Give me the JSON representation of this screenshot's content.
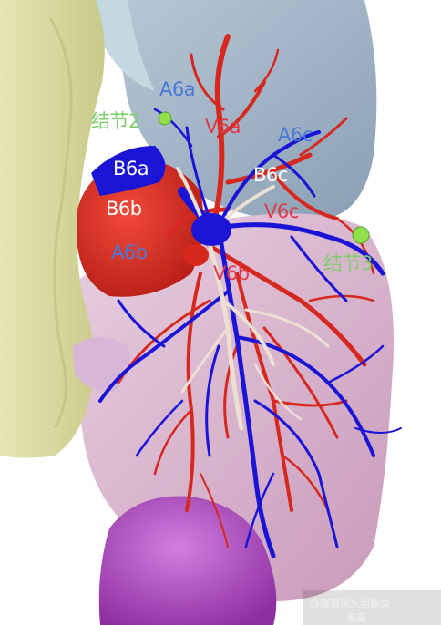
{
  "labels": {
    "a6a": "A6a",
    "nodule2": "结节2",
    "v6a": "V6a",
    "a6c": "A6c",
    "b6a": "B6a",
    "b6c": "B6c",
    "b6b": "B6b",
    "v6c": "V6c",
    "nodule3": "结节3",
    "a6b": "A6b",
    "v6b": "V6b"
  },
  "watermark": {
    "line1": "@唐僧洗头用飘柔",
    "line2": "美篇"
  },
  "colors": {
    "artery": "#1a14d6",
    "vein": "#d6281e",
    "bronchus": "#e8dcd0",
    "nodule": "#8fe04a",
    "lung_upper": "#9fb3c7",
    "lung_lower": "#d9b8cf",
    "heart_region": "#dcdca0",
    "purple_structure": "#b04cc0"
  },
  "icons": {
    "nodule_marker": "green-dot-icon"
  }
}
